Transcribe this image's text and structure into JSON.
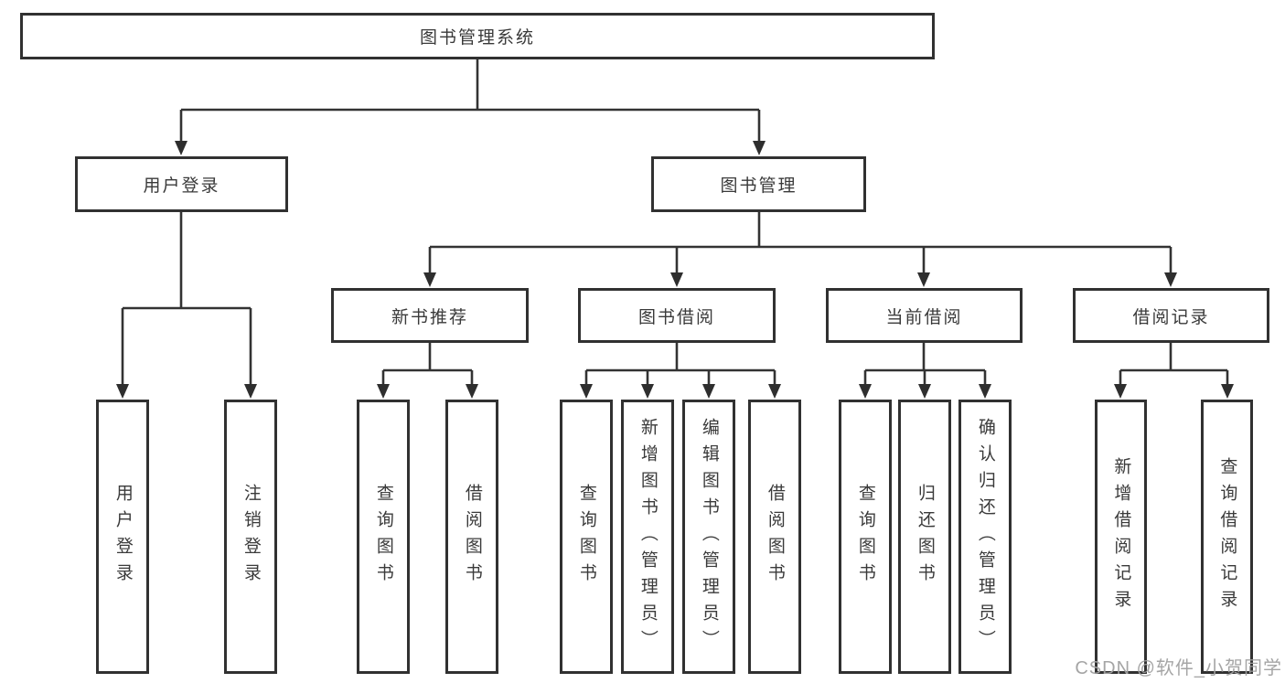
{
  "tree": {
    "label": "图书管理系统",
    "children": [
      {
        "label": "用户登录",
        "children": [
          {
            "label": "用户登录"
          },
          {
            "label": "注销登录"
          }
        ]
      },
      {
        "label": "图书管理",
        "children": [
          {
            "label": "新书推荐",
            "children": [
              {
                "label": "查询图书"
              },
              {
                "label": "借阅图书"
              }
            ]
          },
          {
            "label": "图书借阅",
            "children": [
              {
                "label": "查询图书"
              },
              {
                "label": "新增图书（管理员）"
              },
              {
                "label": "编辑图书（管理员）"
              },
              {
                "label": "借阅图书"
              }
            ]
          },
          {
            "label": "当前借阅",
            "children": [
              {
                "label": "查询图书"
              },
              {
                "label": "归还图书"
              },
              {
                "label": "确认归还（管理员）"
              }
            ]
          },
          {
            "label": "借阅记录",
            "children": [
              {
                "label": "新增借阅记录"
              },
              {
                "label": "查询借阅记录"
              }
            ]
          }
        ]
      }
    ]
  },
  "watermark": {
    "text": "CSDN @软件_小贺同学"
  },
  "colors": {
    "line": "#333333",
    "arrow": "#2e2e2e",
    "border": "#313131",
    "text": "#3a3a3a",
    "background": "#ffffff",
    "watermark": "#a0a0a0"
  }
}
